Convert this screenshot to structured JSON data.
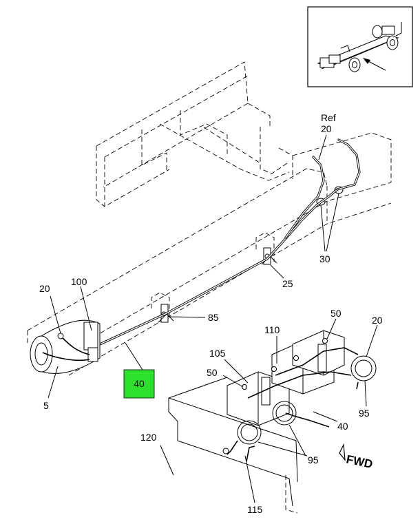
{
  "callouts": {
    "ref": "Ref",
    "c20_top": "20",
    "c30": "30",
    "c25": "25",
    "c85": "85",
    "c100": "100",
    "c20_left": "20",
    "c5": "5",
    "c40_box": "40",
    "c110": "110",
    "c50_right": "50",
    "c20_right": "20",
    "c105": "105",
    "c50_left": "50",
    "c95_right": "95",
    "c40": "40",
    "c120": "120",
    "c95_bottom": "95",
    "c115": "115"
  },
  "fwd_label": "FWD",
  "colors": {
    "highlight": "#2ee02e",
    "line": "#000000",
    "background": "#ffffff"
  }
}
